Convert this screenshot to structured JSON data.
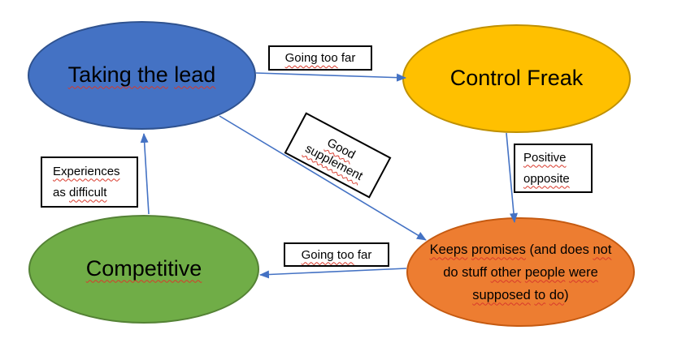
{
  "colors": {
    "arrow": "#4472C4",
    "label_box_border": "#000000",
    "label_box_bg": "#ffffff",
    "squiggle": "#d8392b"
  },
  "nodes": {
    "taking": {
      "label": "Taking the lead",
      "fill": "#4472C4",
      "stroke": "#2F528F",
      "segments": [
        {
          "t": "Taking the",
          "sq": true
        },
        {
          "t": " "
        },
        {
          "t": "lead",
          "sq": true
        }
      ]
    },
    "control": {
      "label": "Control Freak",
      "fill": "#FFC000",
      "stroke": "#BF9000",
      "segments": [
        {
          "t": "Control Freak"
        }
      ]
    },
    "competitive": {
      "label": "Competitive",
      "fill": "#70AD47",
      "stroke": "#548235",
      "segments": [
        {
          "t": "Competitive",
          "sq": true
        }
      ]
    },
    "keeps": {
      "label": "Keeps promises (and does not do stuff other people were supposed to do)",
      "fill": "#ED7D31",
      "stroke": "#C55A11",
      "lines": [
        [
          {
            "t": "Keeps",
            "sq": true
          },
          {
            "t": " "
          },
          {
            "t": "promises",
            "sq": true
          },
          {
            "t": " (and does "
          },
          {
            "t": "not",
            "sq": true
          }
        ],
        [
          {
            "t": "do stuff "
          },
          {
            "t": "other",
            "sq": true
          },
          {
            "t": " "
          },
          {
            "t": "people",
            "sq": true
          },
          {
            "t": " "
          },
          {
            "t": "were",
            "sq": true
          }
        ],
        [
          {
            "t": "supposed",
            "sq": true
          },
          {
            "t": " "
          },
          {
            "t": "to",
            "sq": true
          },
          {
            "t": " "
          },
          {
            "t": "do",
            "sq": true
          },
          {
            "t": ")"
          }
        ]
      ]
    }
  },
  "edge_labels": {
    "going_top": {
      "label": "Going too far",
      "segments": [
        {
          "t": "Going too",
          "sq": true
        },
        {
          "t": " far"
        }
      ]
    },
    "good_supplement": {
      "label": "Good supplement",
      "lines": [
        [
          {
            "t": "Good",
            "sq": true
          }
        ],
        [
          {
            "t": "supplement",
            "sq": true
          }
        ]
      ]
    },
    "experiences": {
      "label": "Experiences as difficult",
      "lines": [
        [
          {
            "t": "Experiences",
            "sq": true
          }
        ],
        [
          {
            "t": "as "
          },
          {
            "t": "difficult",
            "sq": true
          }
        ]
      ]
    },
    "positive": {
      "label": "Positive opposite",
      "lines": [
        [
          {
            "t": "Positive",
            "sq": true
          }
        ],
        [
          {
            "t": "opposite",
            "sq": true
          }
        ]
      ]
    },
    "going_bottom": {
      "label": "Going too far",
      "segments": [
        {
          "t": "Going too",
          "sq": true
        },
        {
          "t": " far"
        }
      ]
    }
  },
  "arrows": [
    {
      "from": "Taking the lead",
      "to": "Control Freak",
      "label": "Going too far"
    },
    {
      "from": "Control Freak",
      "to": "Keeps promises",
      "label": "Positive opposite"
    },
    {
      "from": "Taking the lead",
      "to": "Keeps promises",
      "label": "Good supplement"
    },
    {
      "from": "Keeps promises",
      "to": "Competitive",
      "label": "Going too far"
    },
    {
      "from": "Competitive",
      "to": "Taking the lead",
      "label": "Experiences as difficult"
    }
  ]
}
